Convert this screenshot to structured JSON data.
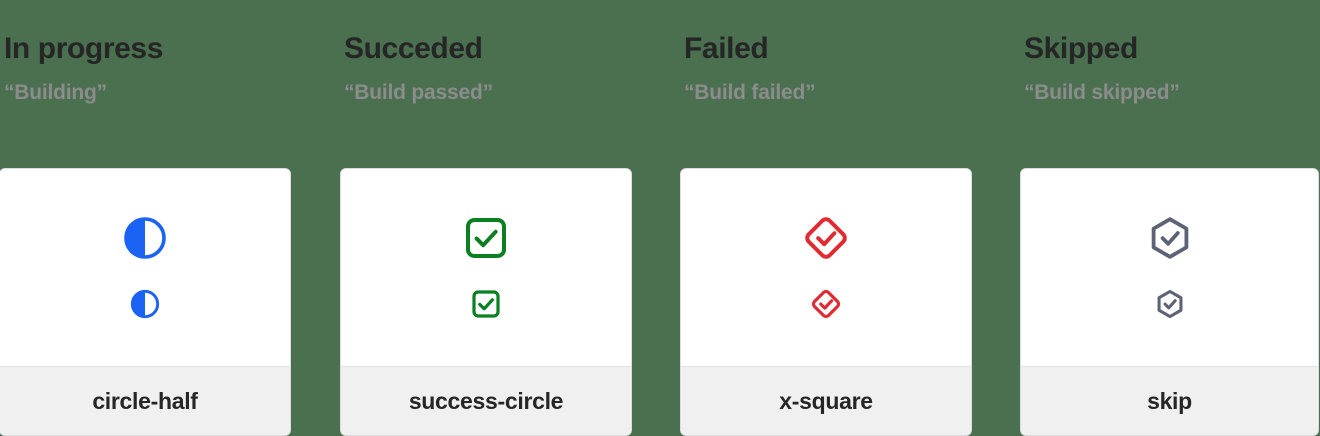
{
  "page": {
    "background_color": "#4a7050",
    "card_background": "#ffffff",
    "card_footer_background": "#f0f0f0",
    "title_color": "#262626",
    "subtitle_color": "#8c8c8c"
  },
  "columns": [
    {
      "title": "In progress",
      "subtitle": "“Building”",
      "icon_name": "circle-half-icon",
      "icon_color": "#1A63F5",
      "card_label": "circle-half"
    },
    {
      "title": "Succeded",
      "subtitle": "“Build passed”",
      "icon_name": "success-circle-icon",
      "icon_color": "#0A8020",
      "card_label": "success-circle"
    },
    {
      "title": "Failed",
      "subtitle": "“Build failed”",
      "icon_name": "x-square-icon",
      "icon_color": "#E02B32",
      "card_label": "x-square"
    },
    {
      "title": "Skipped",
      "subtitle": "“Build skipped”",
      "icon_name": "skip-icon",
      "icon_color": "#5C6376",
      "card_label": "skip"
    }
  ]
}
